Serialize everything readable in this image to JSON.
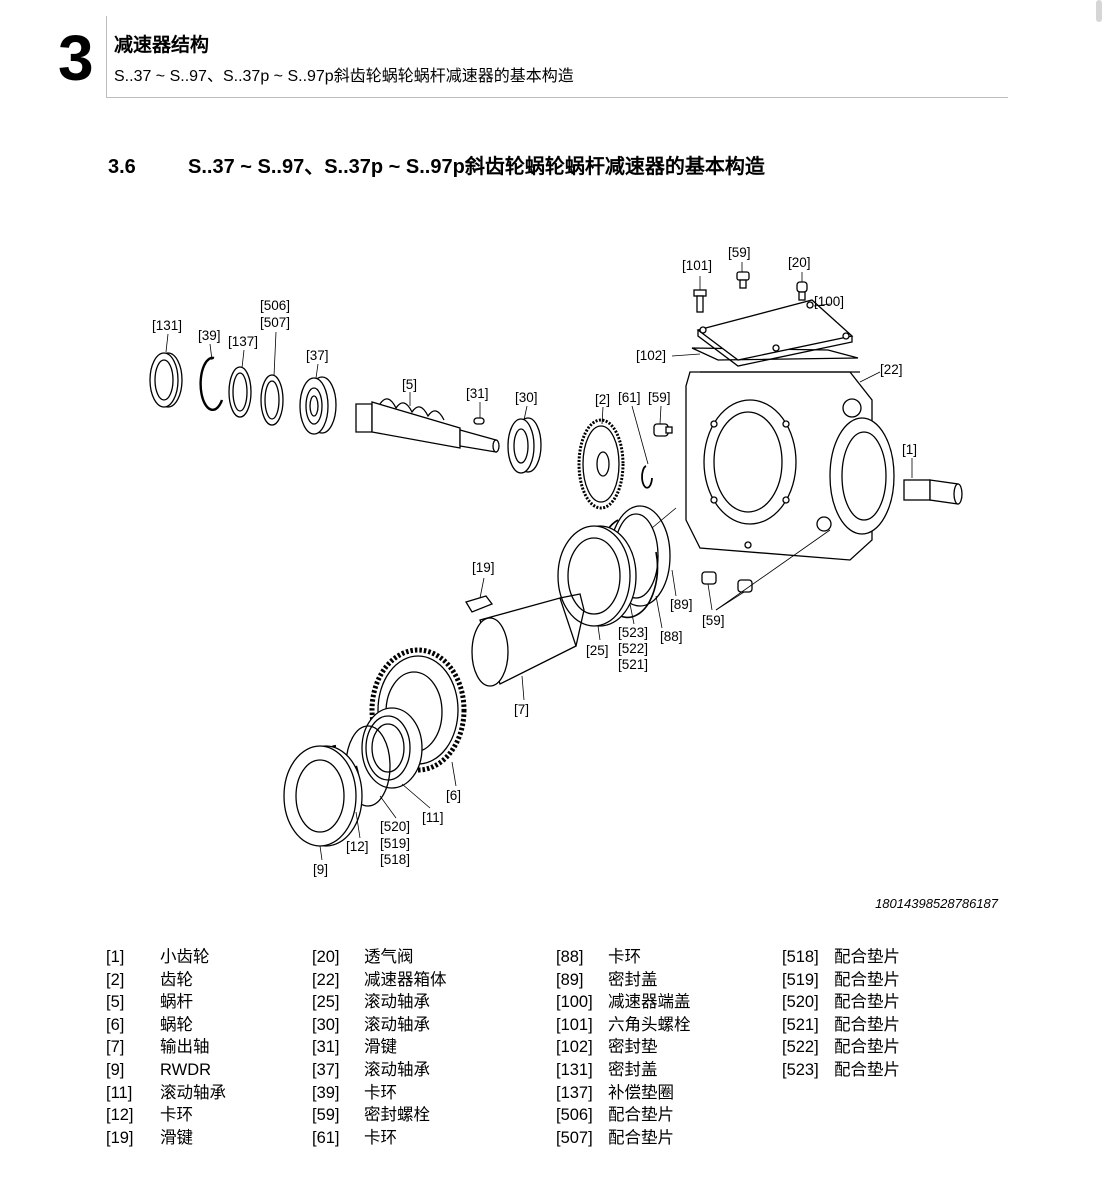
{
  "header": {
    "chapter_number": "3",
    "chapter_title": "减速器结构",
    "chapter_subtitle": "S..37 ~ S..97、S..37p ~ S..97p斜齿轮蜗轮蜗杆减速器的基本构造"
  },
  "section": {
    "number": "3.6",
    "title": "S..37 ~ S..97、S..37p ~ S..97p斜齿轮蜗轮蜗杆减速器的基本构造"
  },
  "diagram": {
    "callouts": {
      "c131": "[131]",
      "c39": "[39]",
      "c137": "[137]",
      "c506": "[506]",
      "c507": "[507]",
      "c37": "[37]",
      "c5": "[5]",
      "c31": "[31]",
      "c30": "[30]",
      "c2": "[2]",
      "c61": "[61]",
      "c59a": "[59]",
      "c101": "[101]",
      "c59b": "[59]",
      "c20": "[20]",
      "c100": "[100]",
      "c102": "[102]",
      "c22": "[22]",
      "c1": "[1]",
      "c89": "[89]",
      "c88": "[88]",
      "c59c": "[59]",
      "c523": "[523]",
      "c522": "[522]",
      "c521": "[521]",
      "c25": "[25]",
      "c19": "[19]",
      "c7": "[7]",
      "c6": "[6]",
      "c11": "[11]",
      "c520": "[520]",
      "c519": "[519]",
      "c518": "[518]",
      "c12": "[12]",
      "c9": "[9]"
    }
  },
  "figure_id": "18014398528786187",
  "legend": {
    "columns": [
      [
        {
          "num": "[1]",
          "name": "小齿轮"
        },
        {
          "num": "[2]",
          "name": "齿轮"
        },
        {
          "num": "[5]",
          "name": "蜗杆"
        },
        {
          "num": "[6]",
          "name": "蜗轮"
        },
        {
          "num": "[7]",
          "name": "输出轴"
        },
        {
          "num": "[9]",
          "name": "RWDR"
        },
        {
          "num": "[11]",
          "name": "滚动轴承"
        },
        {
          "num": "[12]",
          "name": "卡环"
        },
        {
          "num": "[19]",
          "name": "滑键"
        }
      ],
      [
        {
          "num": "[20]",
          "name": "透气阀"
        },
        {
          "num": "[22]",
          "name": "减速器箱体"
        },
        {
          "num": "[25]",
          "name": "滚动轴承"
        },
        {
          "num": "[30]",
          "name": "滚动轴承"
        },
        {
          "num": "[31]",
          "name": "滑键"
        },
        {
          "num": "[37]",
          "name": "滚动轴承"
        },
        {
          "num": "[39]",
          "name": "卡环"
        },
        {
          "num": "[59]",
          "name": "密封螺栓"
        },
        {
          "num": "[61]",
          "name": "卡环"
        }
      ],
      [
        {
          "num": "[88]",
          "name": "卡环"
        },
        {
          "num": "[89]",
          "name": "密封盖"
        },
        {
          "num": "[100]",
          "name": "减速器端盖"
        },
        {
          "num": "[101]",
          "name": "六角头螺栓"
        },
        {
          "num": "[102]",
          "name": "密封垫"
        },
        {
          "num": "[131]",
          "name": "密封盖"
        },
        {
          "num": "[137]",
          "name": "补偿垫圈"
        },
        {
          "num": "[506]",
          "name": "配合垫片"
        },
        {
          "num": "[507]",
          "name": "配合垫片"
        }
      ],
      [
        {
          "num": "[518]",
          "name": "配合垫片"
        },
        {
          "num": "[519]",
          "name": "配合垫片"
        },
        {
          "num": "[520]",
          "name": "配合垫片"
        },
        {
          "num": "[521]",
          "name": "配合垫片"
        },
        {
          "num": "[522]",
          "name": "配合垫片"
        },
        {
          "num": "[523]",
          "name": "配合垫片"
        }
      ]
    ]
  }
}
